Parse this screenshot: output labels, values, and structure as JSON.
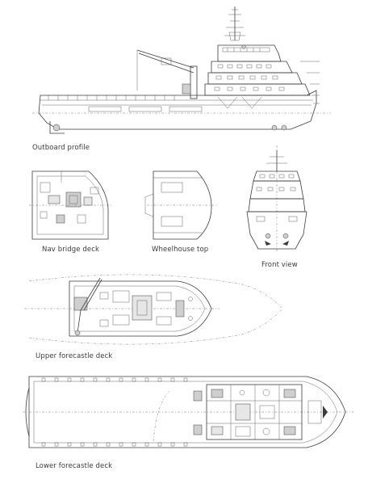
{
  "captions": {
    "outboard": "Outboard profile",
    "nav_bridge": "Nav bridge deck",
    "wheelhouse_top": "Wheelhouse top",
    "front_view": "Front view",
    "upper_forecastle": "Upper forecastle deck",
    "lower_forecastle": "Lower forecastle deck"
  },
  "colors": {
    "line": "#3b3b3b",
    "caption": "#3a3a3a",
    "background": "#ffffff"
  }
}
